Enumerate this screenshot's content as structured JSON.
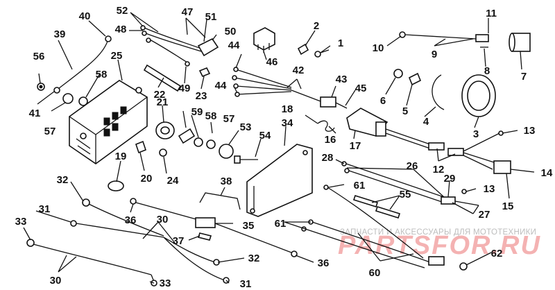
{
  "diagram": {
    "callouts": [
      "1",
      "2",
      "3",
      "4",
      "5",
      "6",
      "7",
      "8",
      "9",
      "10",
      "11",
      "12",
      "13",
      "13",
      "14",
      "15",
      "16",
      "17",
      "18",
      "19",
      "20",
      "21",
      "22",
      "23",
      "24",
      "25",
      "26",
      "27",
      "28",
      "29",
      "30",
      "30",
      "31",
      "31",
      "32",
      "32",
      "33",
      "33",
      "34",
      "35",
      "36",
      "36",
      "37",
      "38",
      "39",
      "40",
      "41",
      "42",
      "43",
      "44",
      "44",
      "45",
      "46",
      "47",
      "48",
      "49",
      "50",
      "51",
      "52",
      "53",
      "54",
      "55",
      "56",
      "57",
      "57",
      "58",
      "58",
      "59",
      "60",
      "61",
      "61",
      "62"
    ]
  },
  "watermark": {
    "caption": "ЗАПЧАСТИ И АКСЕССУАРЫ ДЛЯ МОТОТЕХНИКИ",
    "logo": "PARTSFOR.RU"
  }
}
